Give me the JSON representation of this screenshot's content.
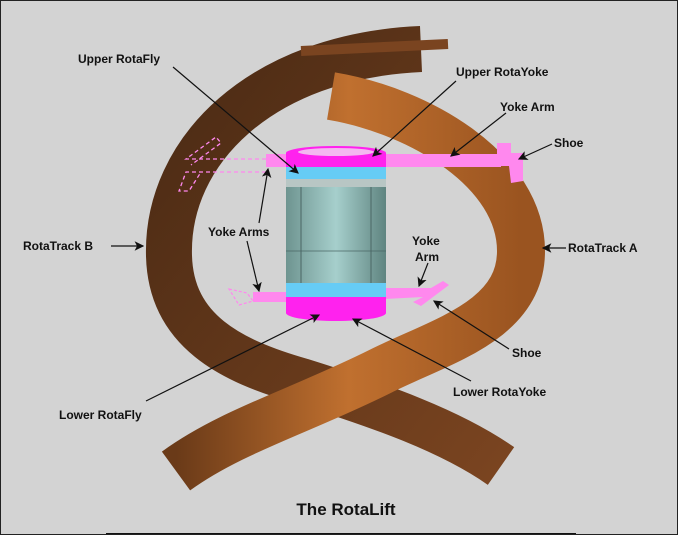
{
  "title": "The RotaLift",
  "labels": {
    "upper_rotafly": "Upper RotaFly",
    "upper_rotayoke": "Upper RotaYoke",
    "yoke_arm_upper": "Yoke Arm",
    "shoe_upper": "Shoe",
    "rotatrack_b": "RotaTrack B",
    "rotatrack_a": "RotaTrack A",
    "yoke_arms": "Yoke Arms",
    "yoke_arm_lower_1": "Yoke",
    "yoke_arm_lower_2": "Arm",
    "shoe_lower": "Shoe",
    "lower_rotayoke": "Lower RotaYoke",
    "lower_rotafly": "Lower RotaFly"
  },
  "colors": {
    "background": "#d3d3d3",
    "track_dark": "#5a3418",
    "track_light": "#b9682b",
    "yoke": "#ff88ee",
    "rotayoke": "#ff22ee",
    "rotafly": "#66ccf5",
    "glass": "#7fa8a4"
  }
}
